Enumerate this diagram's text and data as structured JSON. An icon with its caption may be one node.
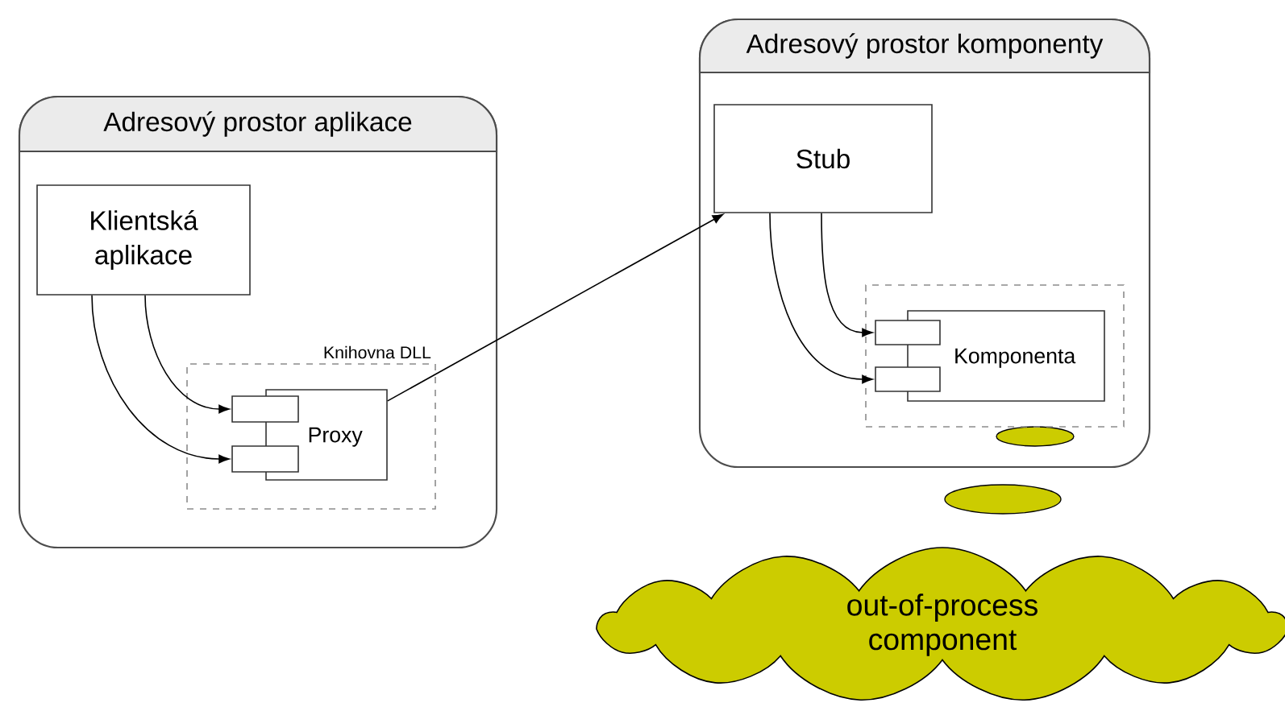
{
  "diagram": {
    "nodes": [
      {
        "text": [
          "Adresový prostor aplikace"
        ]
      },
      {
        "text": [
          "Klientská aplikace"
        ],
        "in": 0
      },
      {
        "text": [
          "Knihovna DLL"
        ],
        "in": 0
      },
      {
        "text": [
          "Proxy"
        ],
        "in": 2
      },
      {
        "text": [],
        "shape": "box",
        "in": 2
      },
      {
        "text": [],
        "shape": "box",
        "in": 2
      },
      {
        "text": [
          "Adresový prostor komponenty"
        ]
      },
      {
        "text": [
          "Stub"
        ],
        "in": 6
      },
      {
        "text": [],
        "shape": "box",
        "in": 6
      },
      {
        "text": [
          "Komponenta"
        ],
        "in": 8
      },
      {
        "text": [],
        "shape": "box",
        "in": 8
      },
      {
        "text": [],
        "shape": "box",
        "in": 8
      },
      {
        "text": [
          "out-of-process component"
        ]
      }
    ],
    "edges": [
      {
        "from": 1,
        "to": 4,
        "arrow": "to"
      },
      {
        "from": 1,
        "to": 5,
        "arrow": "to"
      },
      {
        "from": 3,
        "to": 7,
        "arrow": "to"
      },
      {
        "from": 7,
        "to": 10,
        "arrow": "to"
      },
      {
        "from": 7,
        "to": 11,
        "arrow": "to"
      }
    ]
  }
}
